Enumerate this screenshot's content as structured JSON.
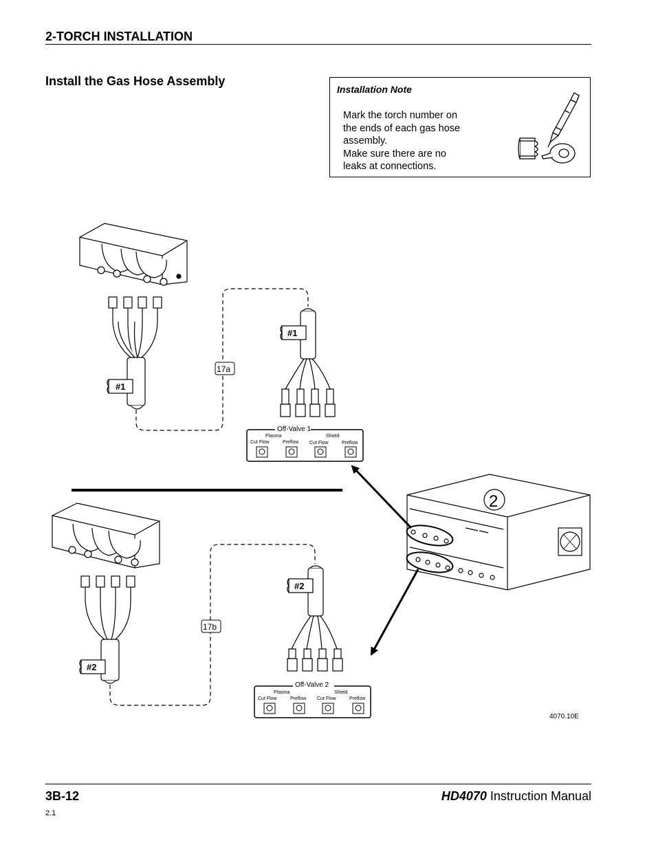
{
  "header": {
    "section": "2-TORCH INSTALLATION"
  },
  "subheading": "Install the Gas Hose Assembly",
  "note": {
    "title": "Installation Note",
    "lines": [
      "Mark the torch number on",
      "the ends of each gas hose",
      "assembly.",
      "Make sure there are no",
      "leaks at connections."
    ]
  },
  "diagram": {
    "callout_17a": "17a",
    "callout_17b": "17b",
    "tag_1": "#1",
    "tag_2": "#2",
    "step_number": "2",
    "valve1": {
      "title": "Off-Valve 1",
      "plasma": "Plasma",
      "shield": "Shield",
      "cut_flow_1": "Cut Flow",
      "preflow_1": "Preflow",
      "cut_flow_2": "Cut Flow",
      "preflow_2": "Preflow"
    },
    "valve2": {
      "title": "Off-Valve 2",
      "plasma": "Plasma",
      "shield": "Shield",
      "cut_flow_1": "Cut Flow",
      "preflow_1": "Preflow",
      "cut_flow_2": "Cut Flow",
      "preflow_2": "Preflow"
    },
    "figure_id": "4070.10E"
  },
  "footer": {
    "page_number": "3B-12",
    "model": "HD4070",
    "manual_title": " Instruction Manual",
    "revision": "2.1"
  }
}
